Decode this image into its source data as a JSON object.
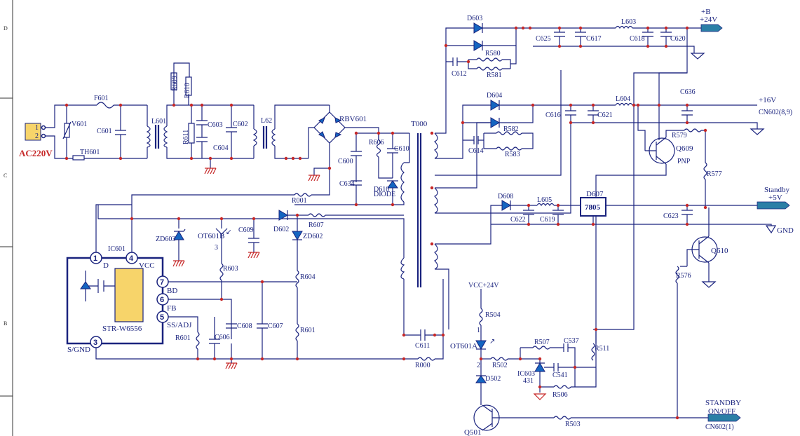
{
  "border": {
    "rows": [
      "D",
      "C",
      "B"
    ]
  },
  "input": {
    "pins": [
      "1",
      "2"
    ],
    "label": "AC220V"
  },
  "components": {
    "f601": "F601",
    "v601": "V601",
    "th601": "TH601",
    "c601": "C601",
    "l601": "L601",
    "r609": "R609",
    "r610": "R610",
    "r611": "R611",
    "c603": "C603",
    "c604": "C604",
    "c602": "C602",
    "l62": "L62",
    "rbv601": "RBV601",
    "c600": "C600",
    "c634": "C634",
    "r606": "R606",
    "c610": "C610",
    "d610": "D610",
    "d610_type": "DIODE",
    "t000": "T000",
    "r001": "R001",
    "zd603": "ZD603",
    "ot601b": "OT601B",
    "c609": "C609",
    "d602": "D602",
    "r607": "R607",
    "zd602": "ZD602",
    "r603": "R603",
    "r604": "R604",
    "r601a": "R601",
    "r601b": "R601",
    "c606": "C606",
    "c608": "C608",
    "c607": "C607",
    "c611": "C611",
    "r000": "R000",
    "d603": "D603",
    "r580": "R580",
    "r581": "R581",
    "c612": "C612",
    "c625": "C625",
    "c617": "C617",
    "l603": "L603",
    "c618": "C618",
    "c620": "C620",
    "d604": "D604",
    "r582": "R582",
    "r583": "R583",
    "c614": "C614",
    "c616": "C616",
    "c621": "C621",
    "l604": "L604",
    "c636": "C636",
    "r579": "R579",
    "q609": "Q609",
    "q609_type": "PNP",
    "r577": "R577",
    "d608": "D608",
    "l605": "L605",
    "c622": "C622",
    "c619": "C619",
    "d607": "D607",
    "reg7805": "7805",
    "c623": "C623",
    "q610": "Q610",
    "r576": "R576",
    "vcc24": "VCC+24V",
    "r504": "R504",
    "ot601a": "OT601A",
    "r502": "R502",
    "d502": "D502",
    "r507": "R507",
    "c537": "C537",
    "r511": "R511",
    "ic603": "IC603",
    "ic603_type": "431",
    "c541": "C541",
    "r506": "R506",
    "q501": "Q501",
    "r503": "R503"
  },
  "ic601": {
    "ref": "IC601",
    "part": "STR-W6556",
    "pins": [
      {
        "num": "1",
        "name": "D"
      },
      {
        "num": "4",
        "name": "VCC"
      },
      {
        "num": "7",
        "name": "BD"
      },
      {
        "num": "6",
        "name": "FB"
      },
      {
        "num": "5",
        "name": "SS/ADJ"
      },
      {
        "num": "3",
        "name": "S/GND"
      }
    ]
  },
  "outputs": {
    "b24": {
      "line1": "+B",
      "line2": "+24V"
    },
    "v16": {
      "line1": "+16V",
      "line2": "CN602(8,9)"
    },
    "standby": {
      "line1": "Standby",
      "line2": "+5V"
    },
    "gnd": "GND",
    "standby_onoff": {
      "line1": "STANDBY",
      "line2": "ON/OFF",
      "line3": "CN602(1)"
    }
  },
  "optocoupler_pins": {
    "ot601b_pin": "3",
    "ot601a_pin1": "1",
    "ot601a_pin2": "2"
  },
  "colors": {
    "wire": "#1a237e",
    "junction": "#c62828",
    "ground": "#c62828",
    "ic_body": "#f7d46a",
    "connector": "#2b7fa6",
    "diode": "#1565c0"
  }
}
